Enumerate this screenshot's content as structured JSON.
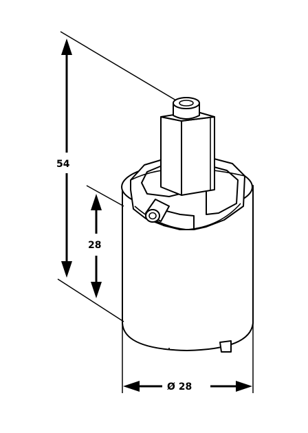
{
  "dimensions": {
    "height_total": "54",
    "height_body": "28",
    "diameter": "Ø 28"
  },
  "colors": {
    "ink": "#000000",
    "paper": "#ffffff"
  }
}
